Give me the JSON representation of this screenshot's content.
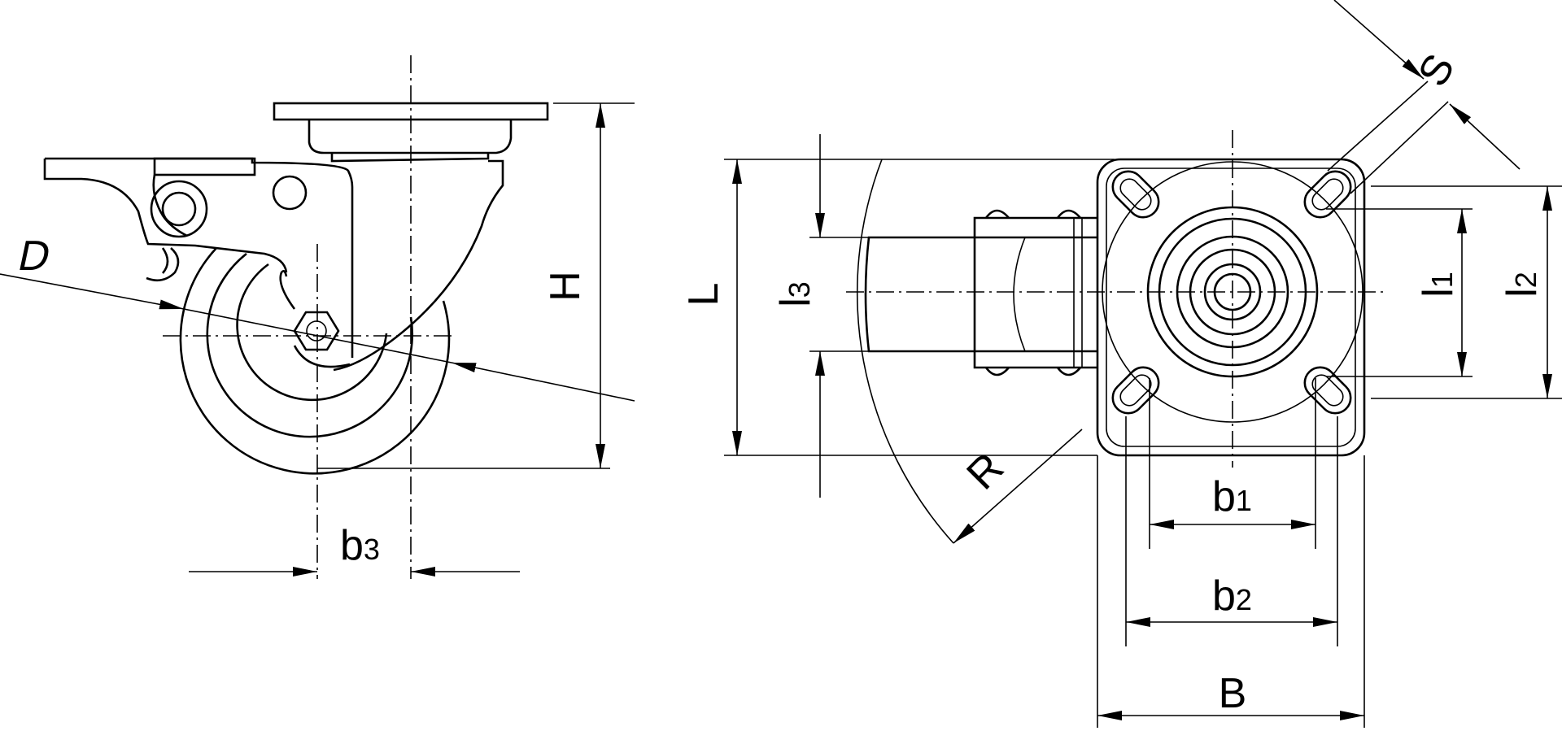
{
  "drawing": {
    "side_view": {
      "labels": {
        "D": "D",
        "H": "H",
        "b3_main": "b",
        "b3_sub": "3"
      }
    },
    "top_view": {
      "labels": {
        "L": "L",
        "l3_main": "l",
        "l3_sub": "3",
        "R": "R",
        "S": "S",
        "l1_main": "l",
        "l1_sub": "1",
        "l2_main": "l",
        "l2_sub": "2",
        "b1_main": "b",
        "b1_sub": "1",
        "b2_main": "b",
        "b2_sub": "2",
        "B": "B"
      }
    },
    "line_color": "#000000",
    "background": "#ffffff"
  }
}
